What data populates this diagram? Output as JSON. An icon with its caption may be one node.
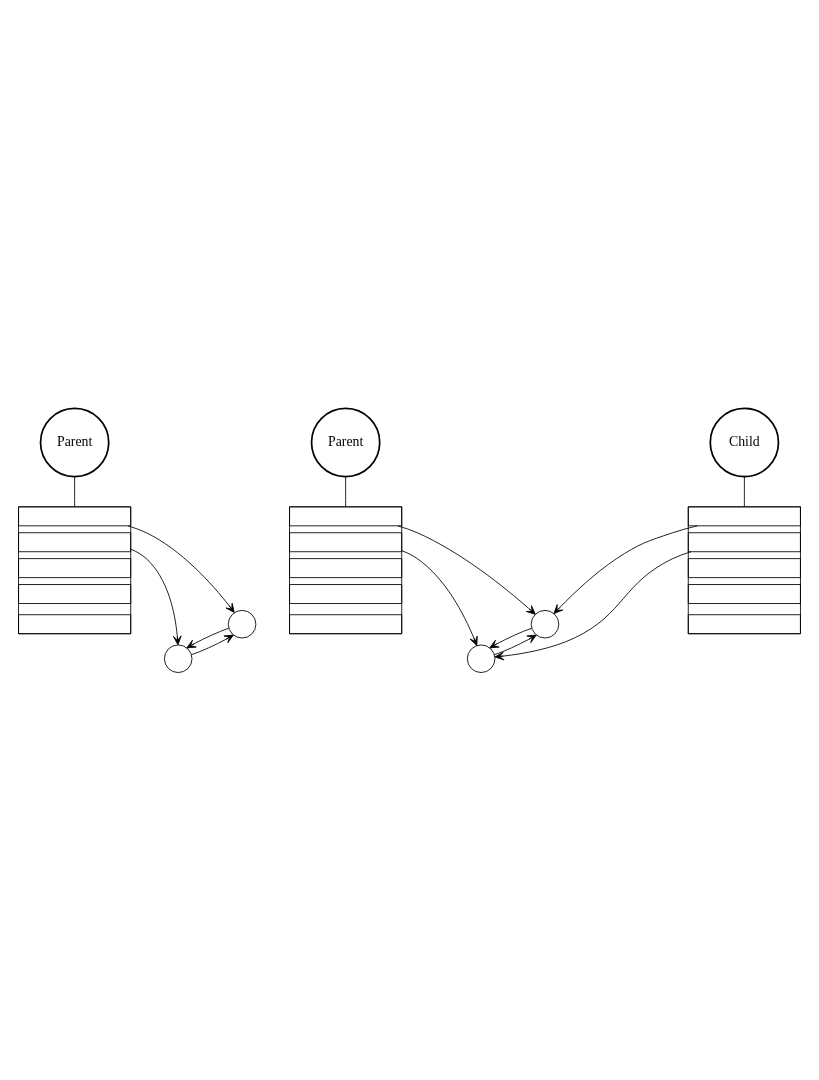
{
  "diagram": {
    "nodes": [
      {
        "text": [
          "Parent"
        ]
      },
      {
        "text": [],
        "shape": "box"
      },
      {
        "text": [],
        "shape": "box",
        "in": 1
      },
      {
        "text": [],
        "shape": "box",
        "in": 1
      },
      {
        "text": [],
        "shape": "box",
        "in": 1
      },
      {
        "text": [],
        "shape": "box",
        "in": 1
      },
      {
        "text": [],
        "shape": "box",
        "in": 1
      },
      {
        "text": [],
        "shape": "circle"
      },
      {
        "text": [],
        "shape": "circle"
      },
      {
        "text": [
          "Parent"
        ]
      },
      {
        "text": [],
        "shape": "box"
      },
      {
        "text": [],
        "shape": "box",
        "in": 10
      },
      {
        "text": [],
        "shape": "box",
        "in": 10
      },
      {
        "text": [],
        "shape": "box",
        "in": 10
      },
      {
        "text": [],
        "shape": "box",
        "in": 10
      },
      {
        "text": [],
        "shape": "box",
        "in": 10
      },
      {
        "text": [
          "Child"
        ]
      },
      {
        "text": [],
        "shape": "box"
      },
      {
        "text": [],
        "shape": "box",
        "in": 17
      },
      {
        "text": [],
        "shape": "box",
        "in": 17
      },
      {
        "text": [],
        "shape": "box",
        "in": 17
      },
      {
        "text": [],
        "shape": "box",
        "in": 17
      },
      {
        "text": [],
        "shape": "box",
        "in": 17
      },
      {
        "text": [],
        "shape": "circle"
      },
      {
        "text": [],
        "shape": "circle"
      }
    ],
    "edges": [
      {
        "from": 0,
        "to": 1,
        "arrow": "none"
      },
      {
        "from": 2,
        "to": 8,
        "arrow": "to"
      },
      {
        "from": 3,
        "to": 7,
        "arrow": "to"
      },
      {
        "from": 8,
        "to": 7,
        "arrow": "to"
      },
      {
        "from": 7,
        "to": 8,
        "arrow": "to"
      },
      {
        "from": 9,
        "to": 10,
        "arrow": "none"
      },
      {
        "from": 11,
        "to": 24,
        "arrow": "to"
      },
      {
        "from": 12,
        "to": 23,
        "arrow": "to"
      },
      {
        "from": 16,
        "to": 17,
        "arrow": "none"
      },
      {
        "from": 18,
        "to": 24,
        "arrow": "to"
      },
      {
        "from": 19,
        "to": 23,
        "arrow": "to"
      },
      {
        "from": 24,
        "to": 23,
        "arrow": "to"
      },
      {
        "from": 23,
        "to": 24,
        "arrow": "to"
      }
    ]
  }
}
